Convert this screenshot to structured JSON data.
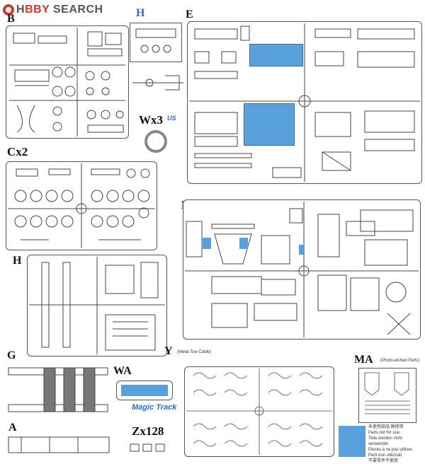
{
  "site_logo": {
    "text_main": "H",
    "text_accent": "BBY",
    "text_rest": " SEARCH"
  },
  "sprue_labels": {
    "b": "B",
    "h_top": "H",
    "e": "E",
    "wx3": "Wx3",
    "cx2": "Cx2",
    "d": "D",
    "h_mid": "H",
    "g": "G",
    "wa": "WA",
    "y": "Y",
    "y_note": "(Metal Tow Cable)",
    "ma": "MA",
    "ma_note": "(Photo-etched Parts)",
    "a": "A",
    "zx128": "Zx128",
    "magic_track": "Magic Track"
  },
  "parts_note": {
    "lines": [
      "未使用部品 無使用",
      "Parts not for use.",
      "Teile werden nicht verwendet.",
      "Pieces à ne pas utiliser.",
      "Parti non utilizzati.",
      "不要零件不使用"
    ]
  },
  "colors": {
    "highlight": "#5aa0dc",
    "brand": "#d23a2a",
    "line": "#555555"
  }
}
